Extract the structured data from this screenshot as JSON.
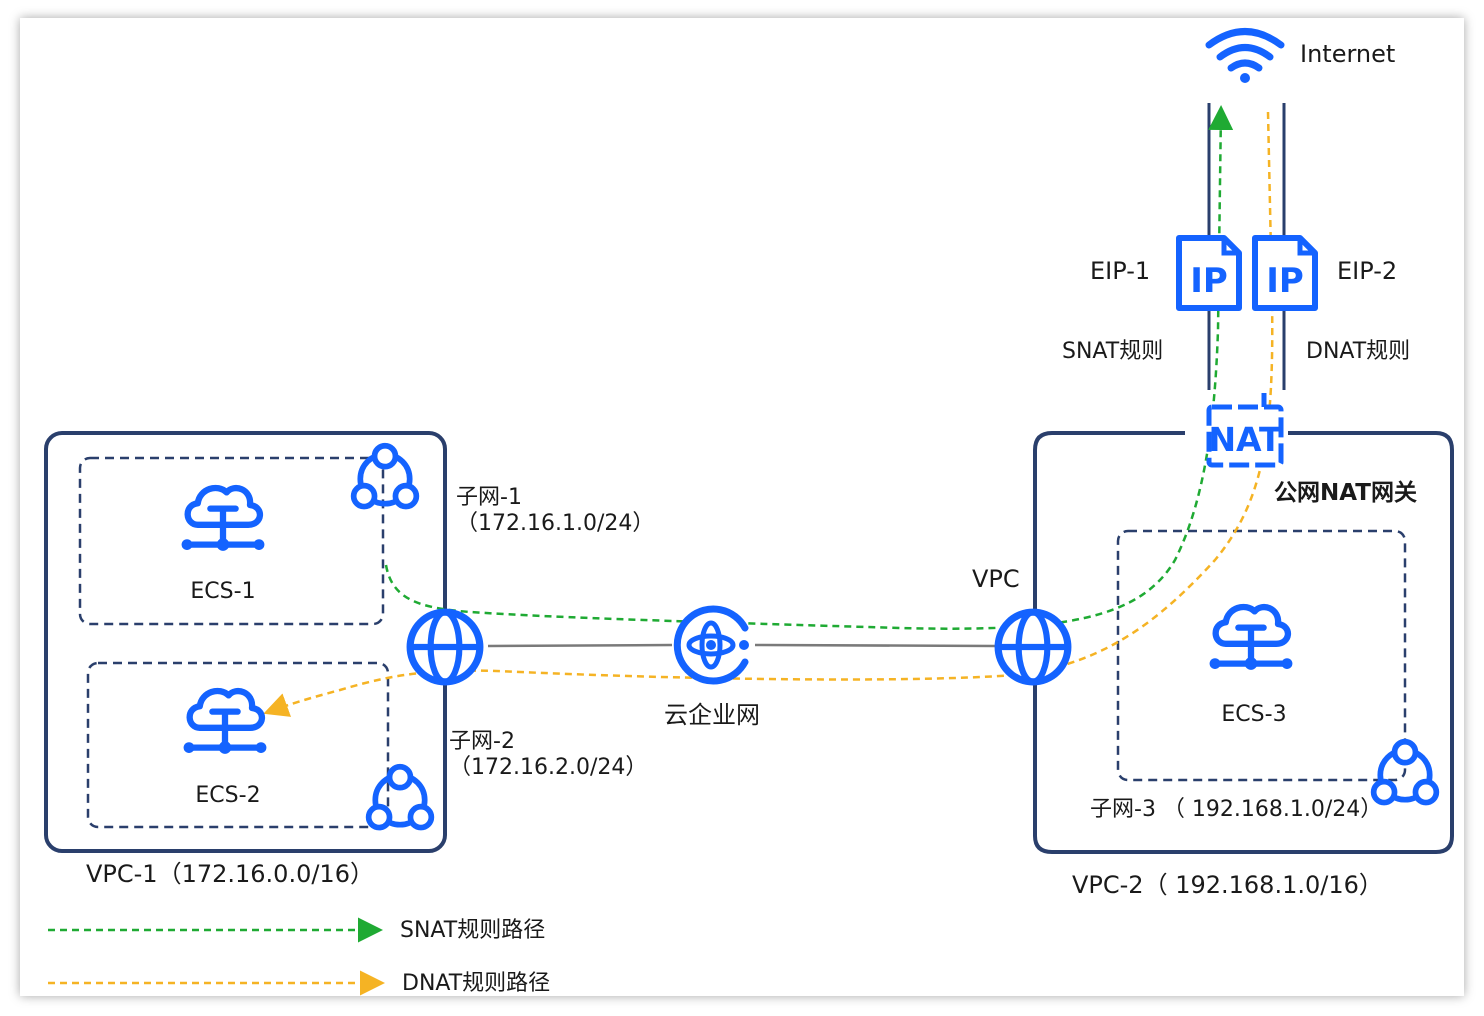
{
  "internet": {
    "label": "Internet",
    "icon": "wifi-icon"
  },
  "eip1": {
    "label": "EIP-1",
    "icon": "ip-file-icon",
    "glyph": "IP"
  },
  "eip2": {
    "label": "EIP-2",
    "icon": "ip-file-icon",
    "glyph": "IP"
  },
  "rules": {
    "snat": "SNAT规则",
    "dnat": "DNAT规则"
  },
  "nat_gateway": {
    "glyph": "NAT",
    "label": "公网NAT网关",
    "icon": "nat-gateway-icon"
  },
  "vpc1": {
    "label": "VPC-1（172.16.0.0/16）",
    "subnet1": {
      "name": "子网-1",
      "cidr": "（172.16.1.0/24）"
    },
    "subnet2": {
      "name": "子网-2",
      "cidr": "（172.16.2.0/24）"
    },
    "ecs1": "ECS-1",
    "ecs2": "ECS-2"
  },
  "vpc2": {
    "label": "VPC-2（ 192.168.1.0/16）",
    "router_label": "VPC",
    "subnet3": "子网-3 （ 192.168.1.0/24）",
    "ecs3": "ECS-3"
  },
  "cen": {
    "label": "云企业网",
    "icon": "cen-icon"
  },
  "legend": {
    "snat_path": "SNAT规则路径",
    "dnat_path": "DNAT规则路径"
  },
  "colors": {
    "accent": "#1463ff",
    "border": "#2a3f6c",
    "snat": "#1faa33",
    "dnat": "#f5b324"
  }
}
